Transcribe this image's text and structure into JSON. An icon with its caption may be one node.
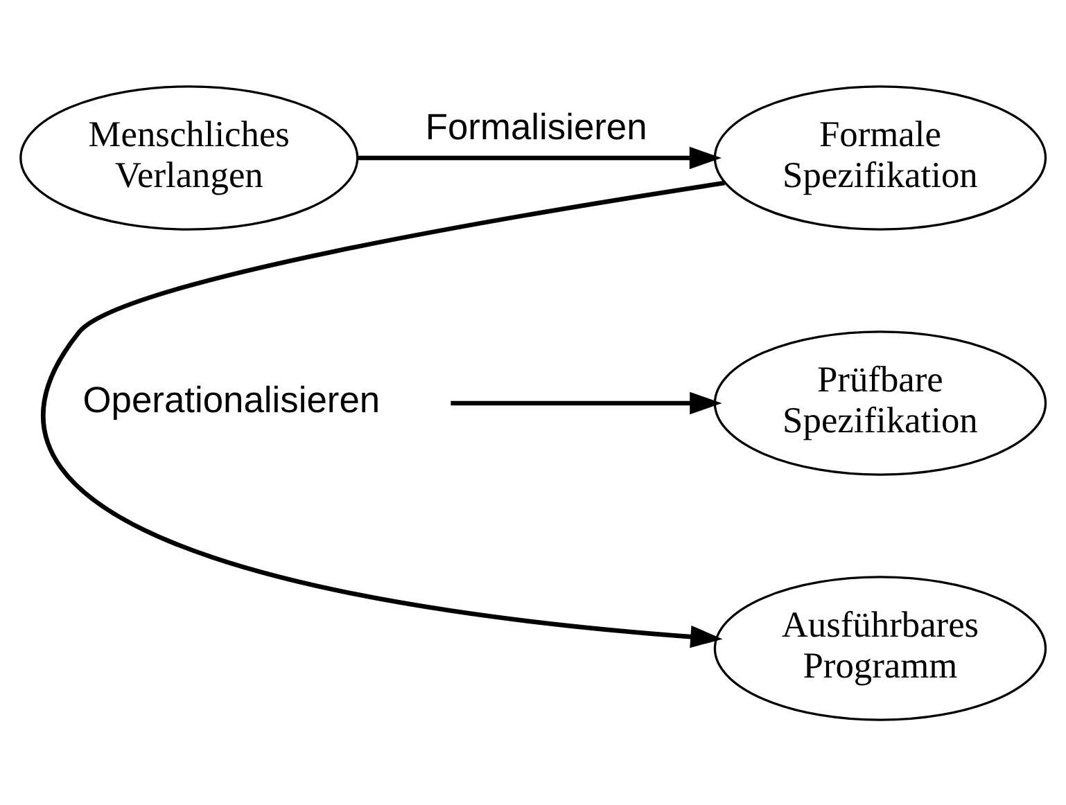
{
  "diagram": {
    "nodes": [
      {
        "text": [
          "Menschliches Verlangen"
        ]
      },
      {
        "text": [
          "Formale Spezifikation"
        ]
      },
      {
        "text": [
          "Prüfbare Spezifikation"
        ]
      },
      {
        "text": [
          "Ausführbares Programm"
        ]
      }
    ],
    "edges": [
      {
        "from": 0,
        "to": 1,
        "arrow": "to",
        "label": "Formalisieren"
      },
      {
        "from": null,
        "to": 2,
        "arrow": "to"
      },
      {
        "from": 1,
        "to": 3,
        "arrow": "to",
        "label": "Operationalisieren"
      }
    ]
  }
}
